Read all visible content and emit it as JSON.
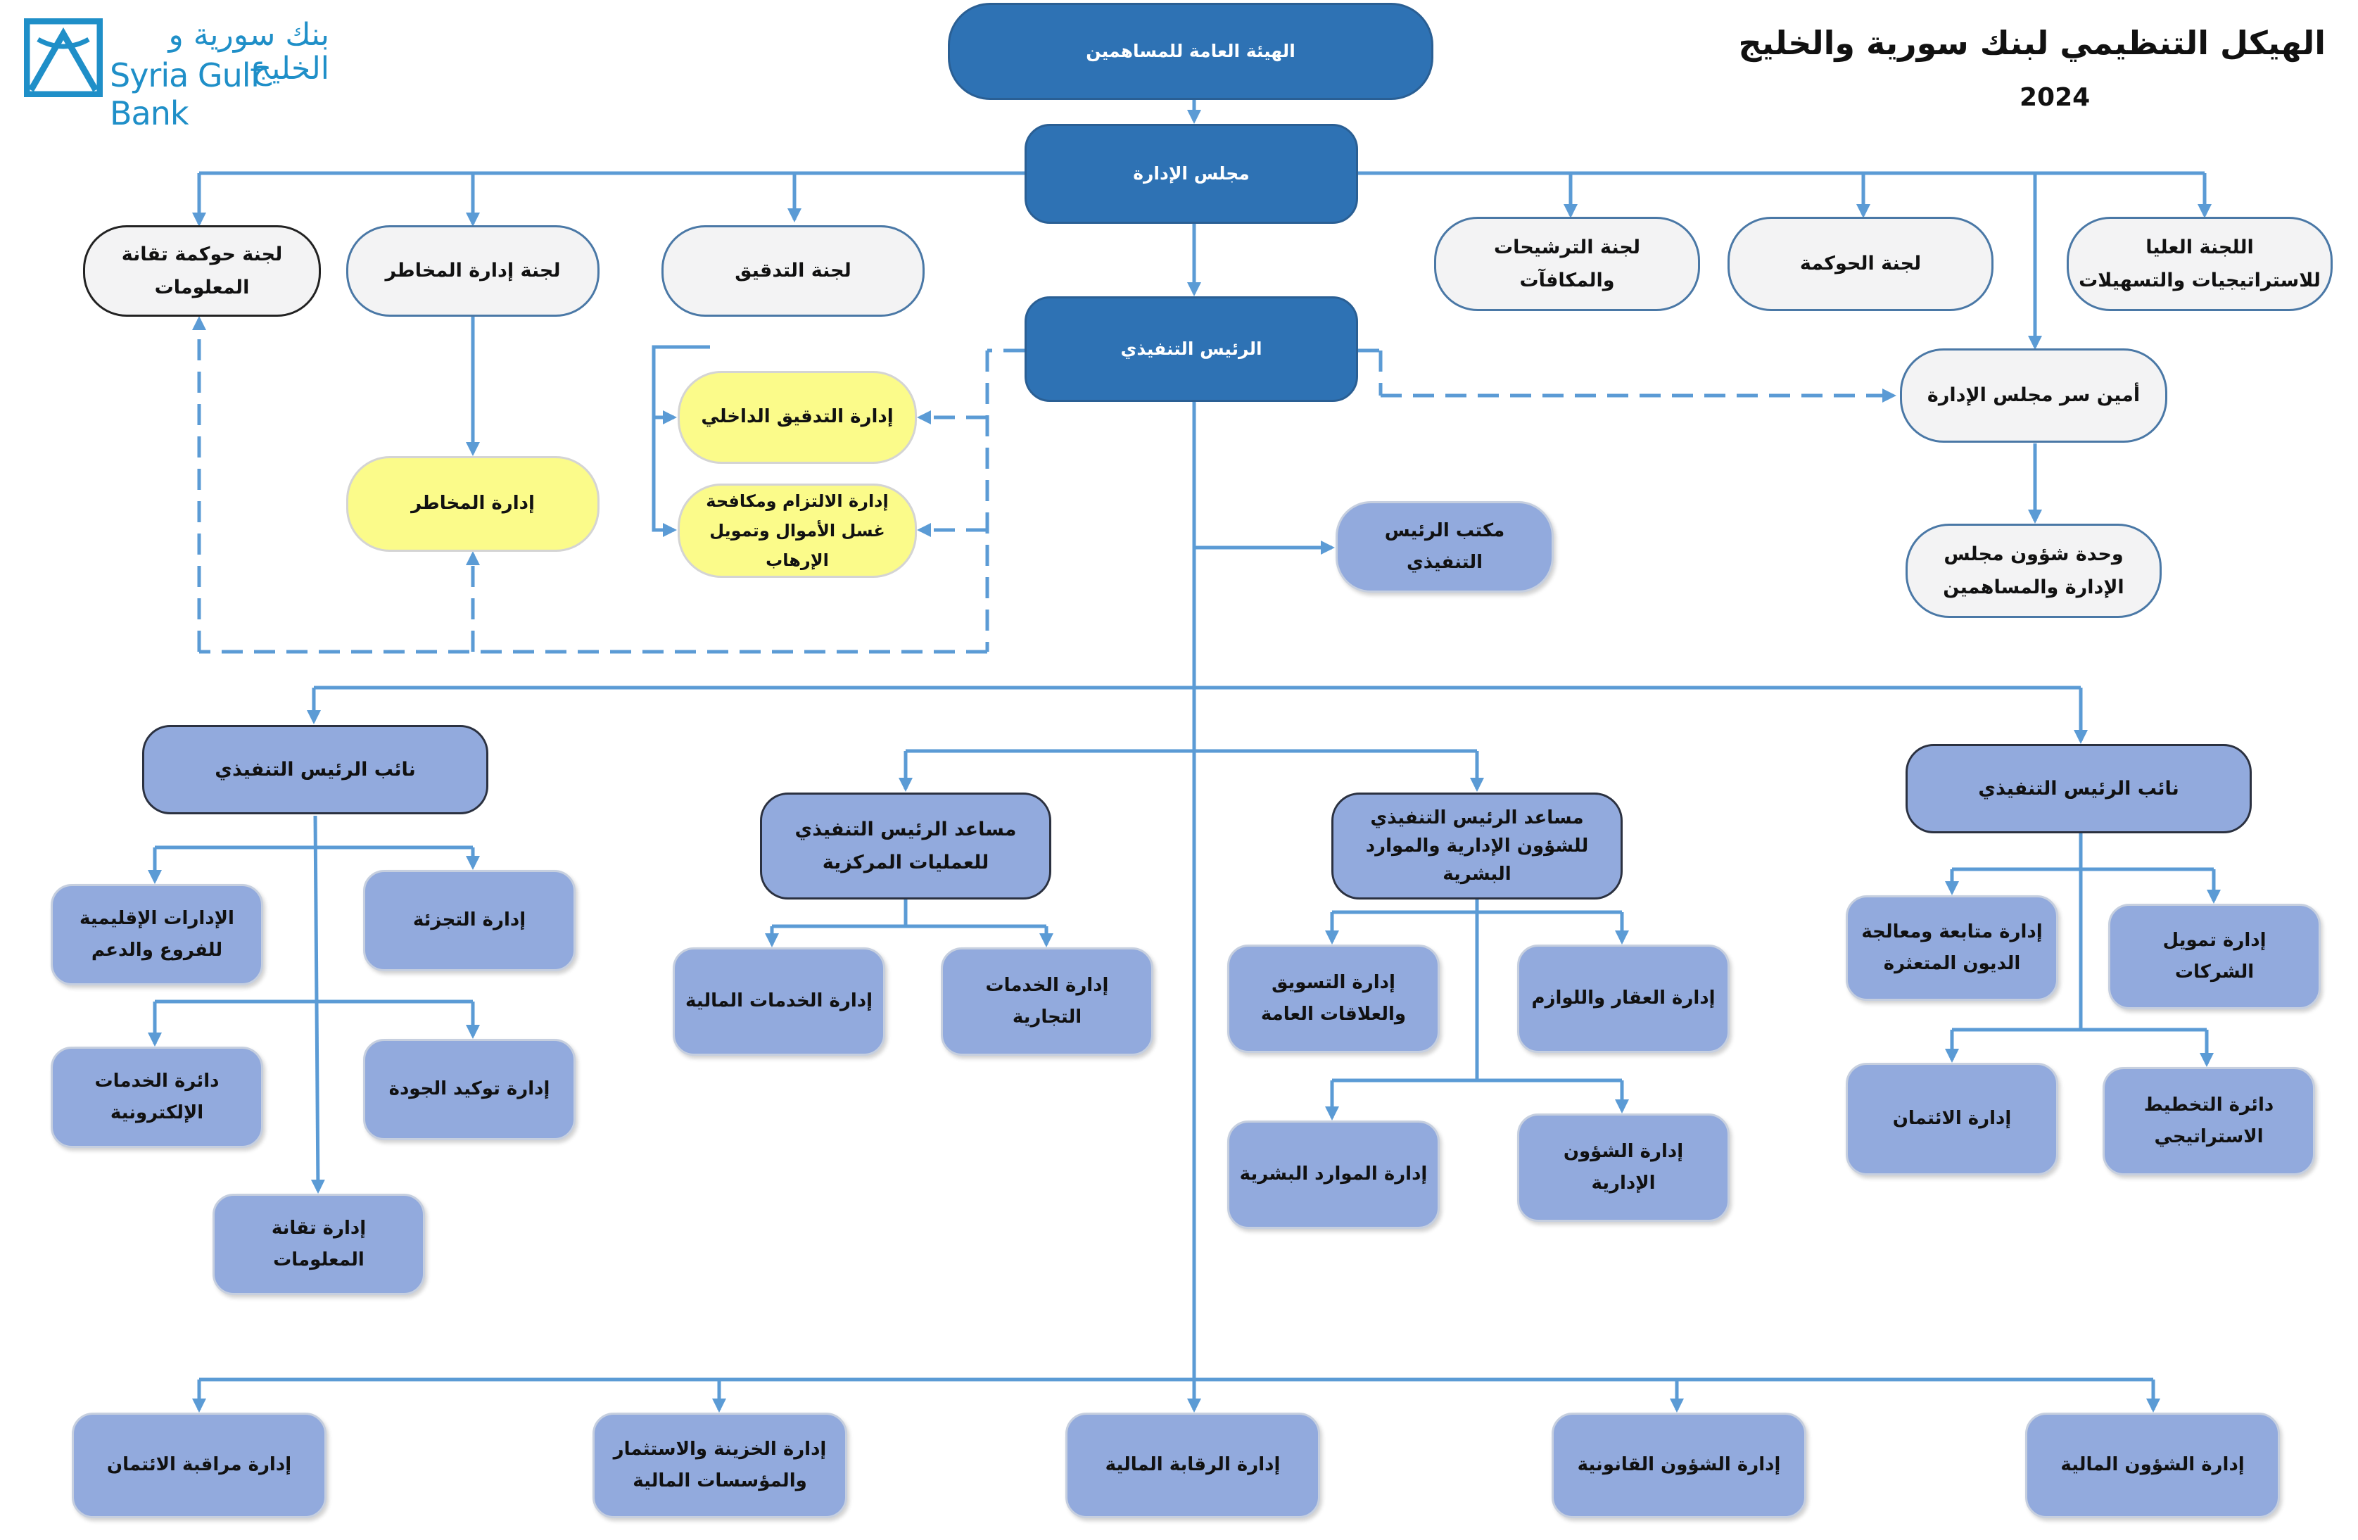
{
  "logo": {
    "arabic_name": "بنك سورية و الخليج",
    "english_name": "Syria Gulf Bank"
  },
  "title": {
    "main": "الهيكل التنظيمي لبنك سورية والخليج",
    "year": "2024"
  },
  "colors": {
    "dark_node": "#2e72b4",
    "light_node": "#92aadd",
    "yellow_node": "#fbfb8a",
    "gray_node": "#f3f3f4",
    "connector": "#5b9bd5"
  },
  "nodes": {
    "general_assembly": "الهيئة العامة للمساهمين",
    "board": "مجلس الإدارة",
    "ceo": "الرئيس التنفيذي",
    "it_governance_committee": "لجنة حوكمة تقانة المعلومات",
    "risk_committee": "لجنة إدارة المخاطر",
    "audit_committee": "لجنة التدقيق",
    "nominations_committee": "لجنة الترشيحات والمكافآت",
    "governance_committee": "لجنة الحوكمة",
    "strategy_committee": "اللجنة العليا للاستراتيجيات والتسهيلات",
    "board_secretary": "أمين سر مجلس الإدارة",
    "board_affairs_unit": "وحدة شؤون مجلس الإدارة والمساهمين",
    "internal_audit": "إدارة التدقيق الداخلي",
    "compliance_aml": "إدارة الالتزام ومكافحة غسل الأموال وتمويل الإرهاب",
    "risk_management": "إدارة المخاطر",
    "ceo_office": "مكتب الرئيس التنفيذي",
    "deputy_ceo_left": "نائب الرئيس التنفيذي",
    "assistant_ceo_ops": "مساعد الرئيس التنفيذي للعمليات المركزية",
    "assistant_ceo_admin_hr": "مساعد الرئيس التنفيذي للشؤون الإدارية والموارد البشرية",
    "deputy_ceo_right": "نائب الرئيس التنفيذي",
    "regional_branches": "الإدارات الإقليمية للفروع والدعم",
    "retail": "إدارة التجزئة",
    "e_services": "دائرة الخدمات الإلكترونية",
    "quality_assurance": "إدارة توكيد الجودة",
    "it_management": "إدارة تقانة المعلومات",
    "financial_services": "إدارة الخدمات المالية",
    "commercial_services": "إدارة الخدمات التجارية",
    "marketing_pr": "إدارة التسويق والعلاقات العامة",
    "property_supplies": "إدارة العقار واللوازم",
    "human_resources": "إدارة الموارد البشرية",
    "admin_affairs": "إدارة الشؤون الإدارية",
    "debt_followup": "إدارة متابعة ومعالجة الديون المتعثرة",
    "corporate_finance": "إدارة تمويل الشركات",
    "credit": "إدارة الائتمان",
    "strategic_planning": "دائرة التخطيط الاستراتيجي",
    "credit_monitoring": "إدارة مراقبة الائتمان",
    "treasury_investment": "إدارة الخزينة والاستثمار والمؤسسات المالية",
    "financial_control": "إدارة الرقابة المالية",
    "legal_affairs": "إدارة الشؤون القانونية",
    "financial_affairs": "إدارة الشؤون المالية"
  }
}
